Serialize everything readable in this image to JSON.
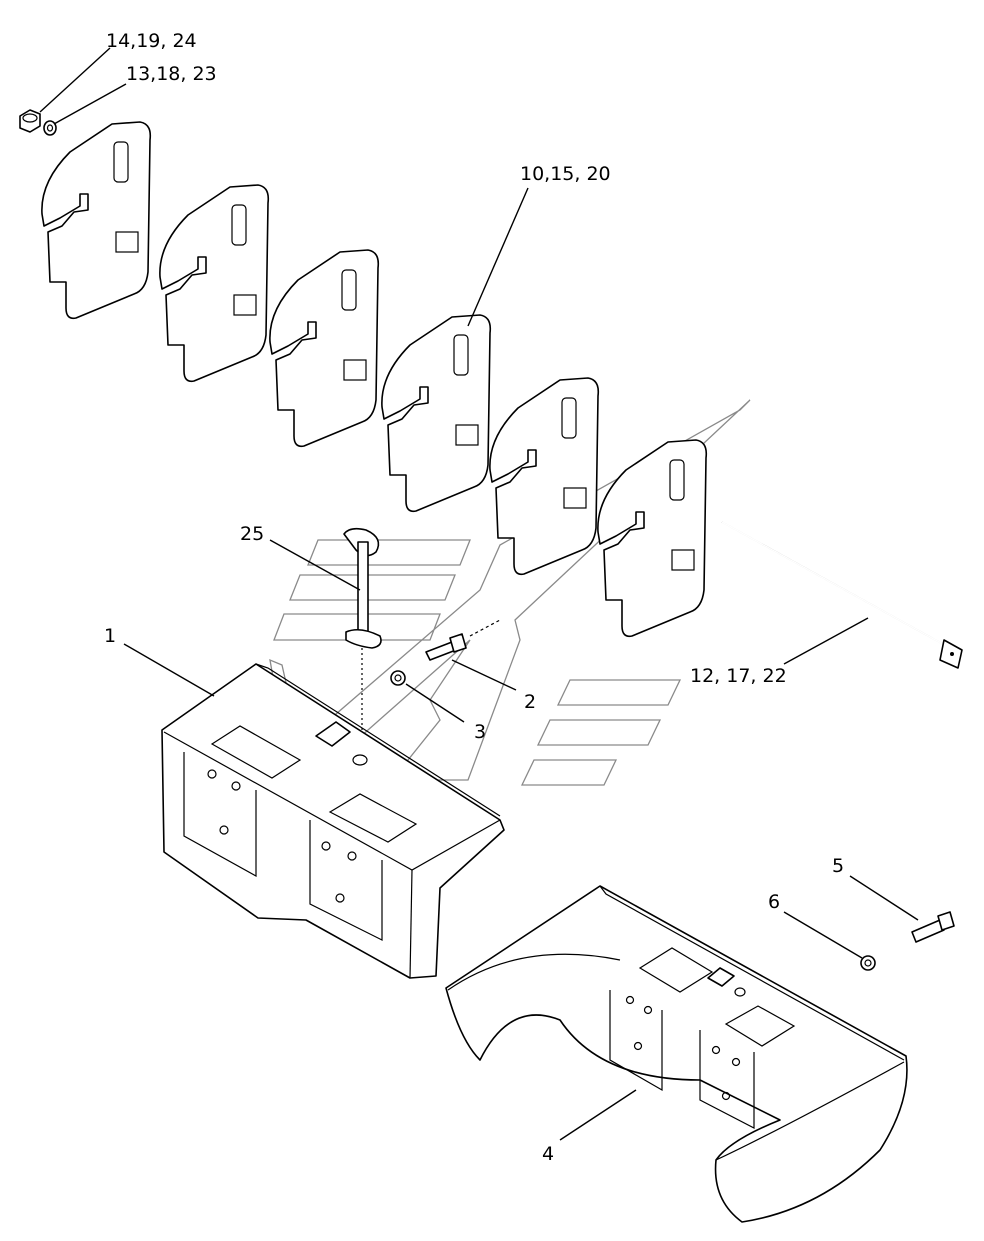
{
  "callouts": {
    "nut": "14,19, 24",
    "washer_top": "13,18, 23",
    "weights": "10,15, 20",
    "pin": "25",
    "bracket": "1",
    "bolt": "2",
    "washer": "3",
    "tie_rod": "12, 17, 22",
    "bolt_lower": "5",
    "washer_lower": "6",
    "support": "4"
  }
}
